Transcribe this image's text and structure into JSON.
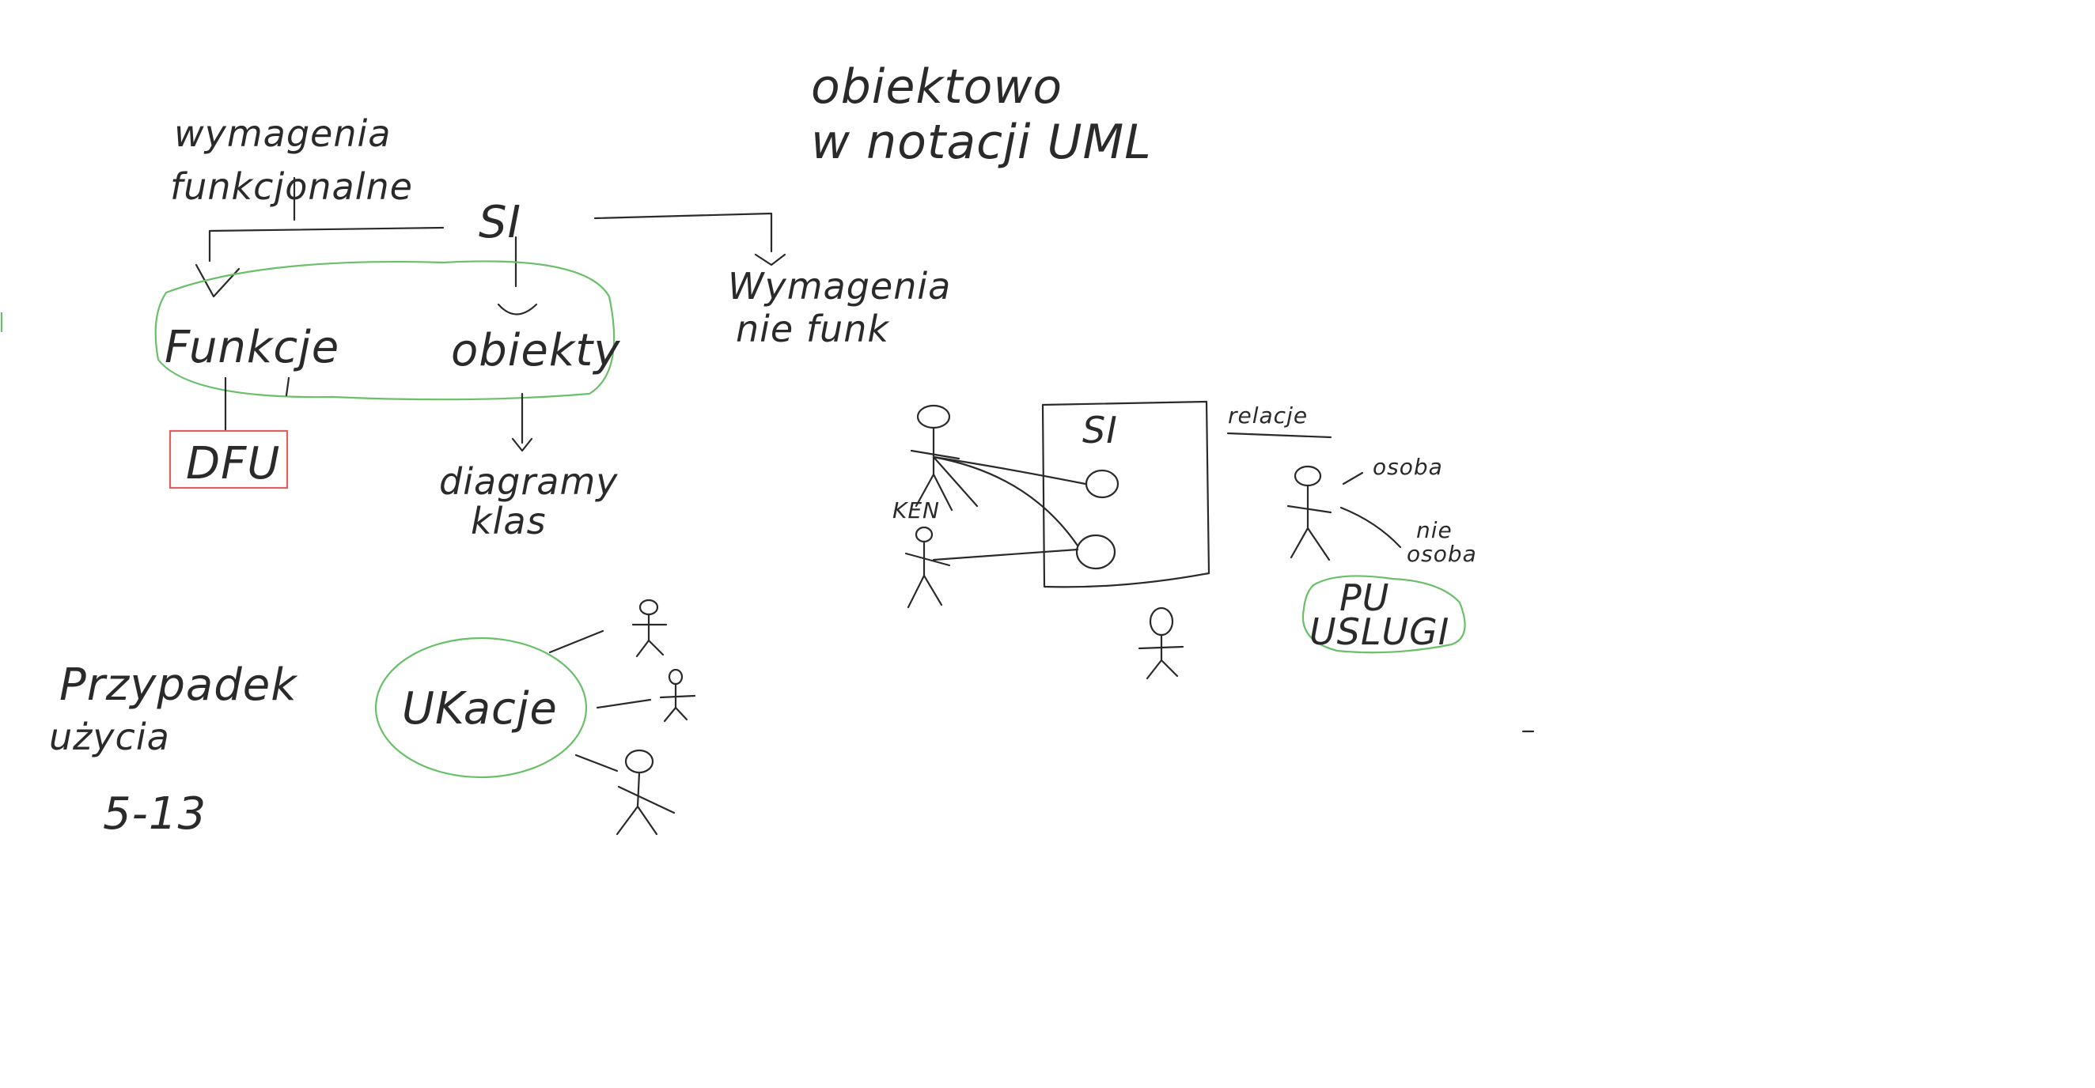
{
  "labels": {
    "title_line1": "obiektowo",
    "title_line2": "w notacji UML",
    "wymagenia_funkc_line1": "wymagenia",
    "wymagenia_funkc_line2": "funkcjonalne",
    "si_top": "SI",
    "wymagenia_niefunk_line1": "Wymagenia",
    "wymagenia_niefunk_line2": "nie funk",
    "funkcje": "Funkcje",
    "obiekty": "obiekty",
    "dfu": "DFU",
    "diagram_line1": "diagramy",
    "diagram_line2": "klas",
    "si_box": "SI",
    "relacje": "relacje",
    "ken": "KEN",
    "osoba": "osoba",
    "nie_osoba_line1": "nie",
    "nie_osoba_line2": "osoba",
    "pu_line1": "PU",
    "pu_line2": "USLUGI",
    "przypadek_line1": "Przypadek",
    "przypadek_line2": "użycia",
    "range": "5-13",
    "ukacje": "UKacje"
  },
  "colors": {
    "ink": "#2a2a2a",
    "green": "#6abf6a",
    "red": "#e06060",
    "background": "#ffffff"
  }
}
